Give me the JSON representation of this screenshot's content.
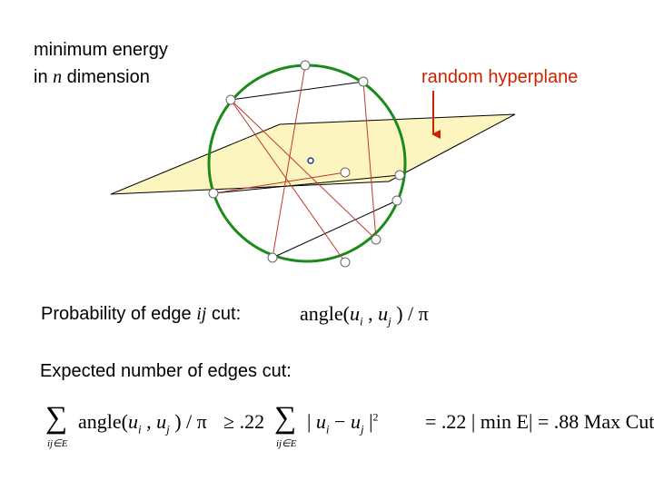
{
  "title": {
    "line1": "minimum energy",
    "line2_prefix": "in ",
    "line2_var": "n",
    "line2_suffix": " dimension"
  },
  "hyperplane_label": "random hyperplane",
  "probability": {
    "label_prefix": "Probability of edge ",
    "label_var": "ij",
    "label_suffix": " cut:",
    "formula": {
      "func": "angle(",
      "u": "u",
      "sub_i": "i",
      "comma": " , ",
      "sub_j": "j",
      "close": " ) / π"
    }
  },
  "expected": {
    "label": "Expected number of edges cut:",
    "formula": {
      "sigma": "∑",
      "sum_sub": "ij∈E",
      "func": "angle(",
      "u": "u",
      "sub_i": "i",
      "comma": " , ",
      "sub_j": "j",
      "close": " ) / π",
      "geq": "≥ .22",
      "bar_open": "| ",
      "minus": " − ",
      "bar_close": " |",
      "sq": "2",
      "eq1": "= .22 | min E| = .88 Max Cut"
    }
  },
  "colors": {
    "circle": "#1a8a1a",
    "plane_fill": "#fdf5c0",
    "edge_red": "#c0392b",
    "arrow": "#cc2200",
    "label_red": "#cc2200"
  }
}
